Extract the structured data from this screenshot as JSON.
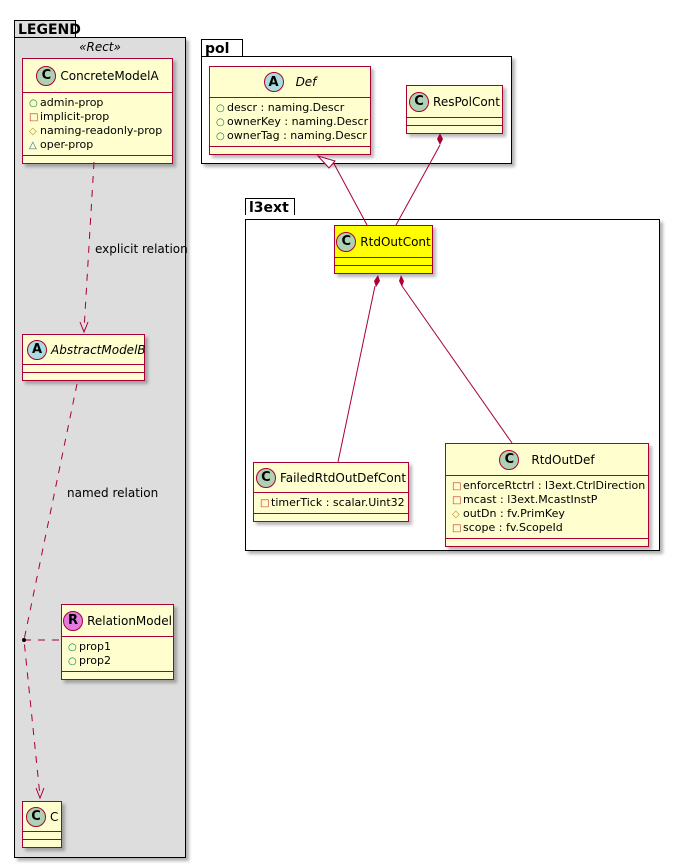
{
  "colors": {
    "class_fill": "#fefece",
    "class_border": "#a80036",
    "highlight_fill": "#ffff00",
    "legend_fill": "#dddddd",
    "spot_class": "#add1b2",
    "spot_abstract": "#a9dcdf",
    "spot_relation": "#e07ce0",
    "vis_public": "#038048",
    "vis_private": "#c82930",
    "vis_protected": "#b38d22",
    "vis_package": "#1963a0"
  },
  "legend": {
    "package_name": "LEGEND",
    "stereotype": "«Rect»",
    "concrete": {
      "spot": "C",
      "name": "ConcreteModelA",
      "attrs": [
        {
          "vis": "○",
          "kind": "public",
          "text": "admin-prop"
        },
        {
          "vis": "□",
          "kind": "private",
          "text": "implicit-prop"
        },
        {
          "vis": "◇",
          "kind": "protected",
          "text": "naming-readonly-prop"
        },
        {
          "vis": "△",
          "kind": "package",
          "text": "oper-prop"
        }
      ]
    },
    "explicit_relation_label": "explicit relation",
    "abstract": {
      "spot": "A",
      "name": "AbstractModelB"
    },
    "named_relation_label": "named relation",
    "relation_model": {
      "spot": "R",
      "name": "RelationModel",
      "attrs": [
        {
          "vis": "○",
          "kind": "public",
          "text": "prop1"
        },
        {
          "vis": "○",
          "kind": "public",
          "text": "prop2"
        }
      ]
    },
    "c": {
      "spot": "C",
      "name": "C"
    }
  },
  "pol": {
    "package_name": "pol",
    "def": {
      "spot": "A",
      "name": "Def",
      "attrs": [
        {
          "vis": "○",
          "kind": "public",
          "text": "descr : naming.Descr"
        },
        {
          "vis": "○",
          "kind": "public",
          "text": "ownerKey : naming.Descr"
        },
        {
          "vis": "○",
          "kind": "public",
          "text": "ownerTag : naming.Descr"
        }
      ]
    },
    "respolcont": {
      "spot": "C",
      "name": "ResPolCont"
    }
  },
  "l3ext": {
    "package_name": "l3ext",
    "rtdoutcont": {
      "spot": "C",
      "name": "RtdOutCont"
    },
    "failed": {
      "spot": "C",
      "name": "FailedRtdOutDefCont",
      "attrs": [
        {
          "vis": "□",
          "kind": "private",
          "text": "timerTick : scalar.Uint32"
        }
      ]
    },
    "rtdoutdef": {
      "spot": "C",
      "name": "RtdOutDef",
      "attrs": [
        {
          "vis": "□",
          "kind": "private",
          "text": "enforceRtctrl : l3ext.CtrlDirection"
        },
        {
          "vis": "□",
          "kind": "private",
          "text": "mcast : l3ext.McastInstP"
        },
        {
          "vis": "◇",
          "kind": "protected",
          "text": "outDn : fv.PrimKey"
        },
        {
          "vis": "□",
          "kind": "private",
          "text": "scope : fv.ScopeId"
        }
      ]
    }
  }
}
